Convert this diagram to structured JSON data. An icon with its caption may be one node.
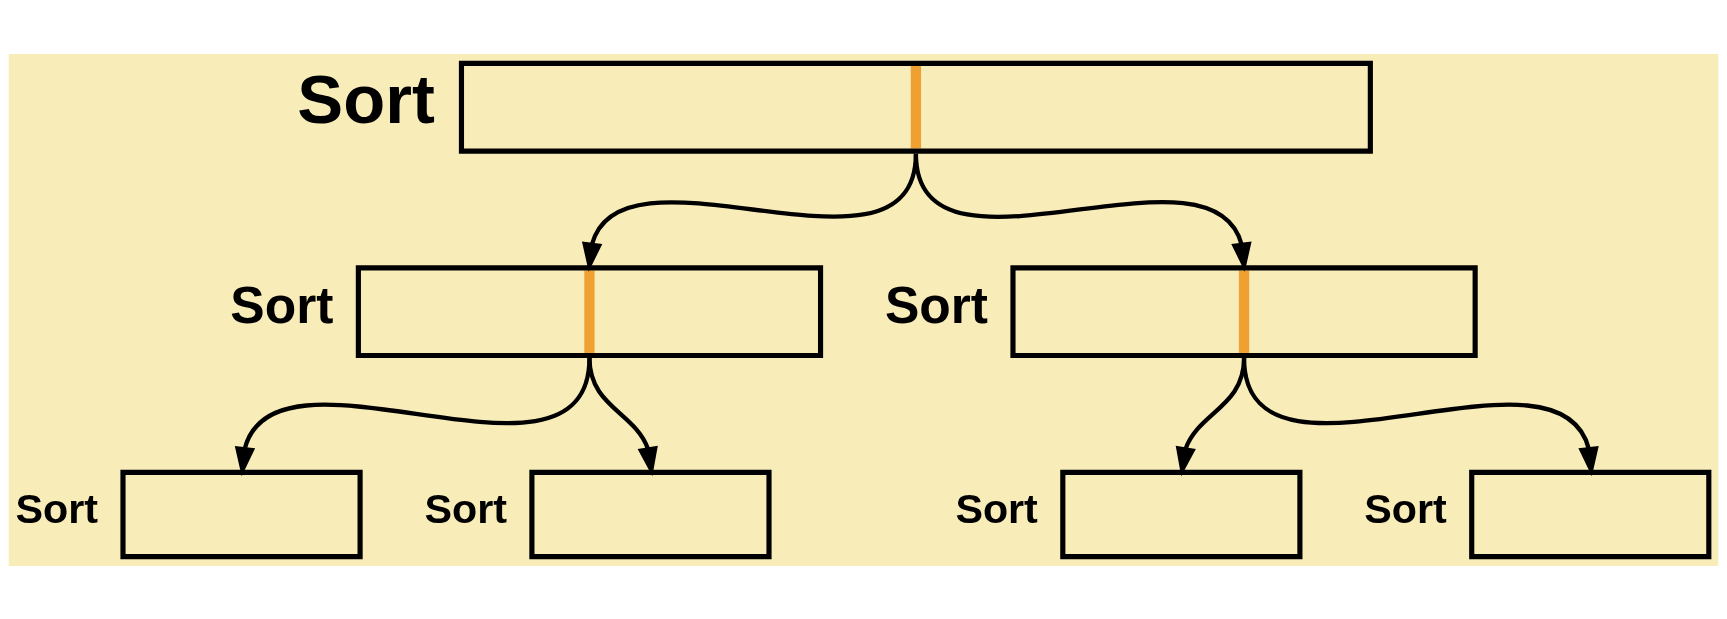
{
  "diagram": {
    "nodes": [
      {
        "text": [],
        "shape": "box",
        "beside": [
          "Sort"
        ]
      },
      {
        "text": [],
        "shape": "box",
        "beside": [
          "Sort"
        ]
      },
      {
        "text": [],
        "shape": "box",
        "beside": [
          "Sort"
        ]
      },
      {
        "text": [],
        "shape": "box",
        "beside": [
          "Sort"
        ]
      },
      {
        "text": [],
        "shape": "box",
        "beside": [
          "Sort"
        ]
      },
      {
        "text": [],
        "shape": "box",
        "beside": [
          "Sort"
        ]
      },
      {
        "text": [],
        "shape": "box",
        "beside": [
          "Sort"
        ]
      }
    ],
    "edges": [
      {
        "from": 0,
        "to": 1,
        "arrow": "to"
      },
      {
        "from": 0,
        "to": 2,
        "arrow": "to"
      },
      {
        "from": 1,
        "to": 3,
        "arrow": "to"
      },
      {
        "from": 1,
        "to": 4,
        "arrow": "to"
      },
      {
        "from": 2,
        "to": 5,
        "arrow": "to"
      },
      {
        "from": 2,
        "to": 6,
        "arrow": "to"
      }
    ]
  }
}
